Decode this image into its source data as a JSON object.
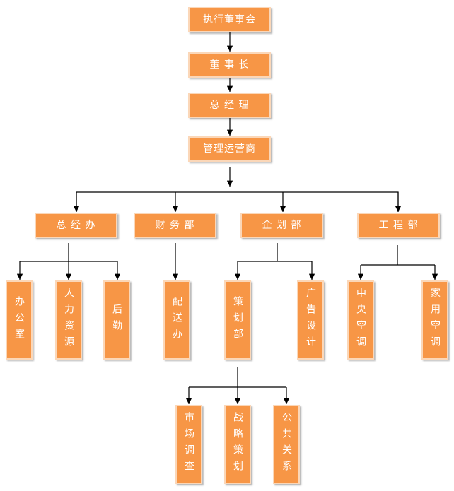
{
  "nodes": {
    "board": "执行董事会",
    "chairman": "董 事 长",
    "gm": "总 经 理",
    "operator": "管理运营商",
    "dept_office": "总 经 办",
    "dept_finance": "财 务 部",
    "dept_planning": "企 划 部",
    "dept_engineering": "工 程 部",
    "office": "办公室",
    "hr": "人力资源",
    "logistics": "后勤",
    "delivery": "配送办",
    "planning_div": "策划部",
    "advertising": "广告设计",
    "central_ac": "中央空调",
    "home_ac": "家用空调",
    "market_research": "市场调查",
    "strategy": "战略策划",
    "pr": "公共关系"
  }
}
